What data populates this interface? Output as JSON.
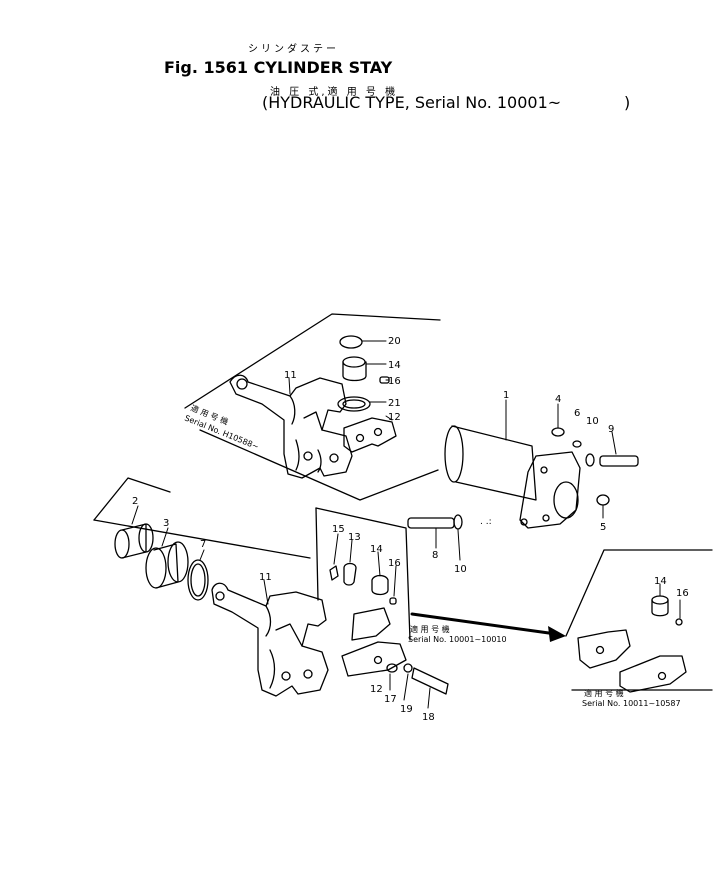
{
  "header": {
    "title_jp": "シリンダステー",
    "title": "Fig. 1561  CYLINDER STAY",
    "type_jp": "油 圧 式,適 用 号 機",
    "subtitle": "(HYDRAULIC TYPE, Serial No. 10001~",
    "subtitle_close": ")"
  },
  "serial_labels": {
    "top_inset_jp": "適 用 号 機",
    "top_inset": "Serial No. H10588~",
    "mid_jp": "適 用 号 機",
    "mid": "Serial No. 10001~10010",
    "right_inset_jp": "適 用 号 機",
    "right_inset": "Serial No. 10011~10587"
  },
  "callouts": {
    "p1": "1",
    "p2": "2",
    "p3": "3",
    "p4": "4",
    "p5": "5",
    "p6": "6",
    "p7": "7",
    "p8": "8",
    "p9": "9",
    "p10a": "10",
    "p10b": "10",
    "p11a": "11",
    "p11b": "11",
    "p12a": "12",
    "p12b": "12",
    "p13": "13",
    "p14a": "14",
    "p14b": "14",
    "p14c": "14",
    "p15": "15",
    "p16a": "16",
    "p16b": "16",
    "p16c": "16",
    "p17": "17",
    "p18": "18",
    "p19": "19",
    "p20": "20",
    "p21": "21"
  },
  "colors": {
    "ink": "#000000",
    "paper": "#ffffff"
  }
}
